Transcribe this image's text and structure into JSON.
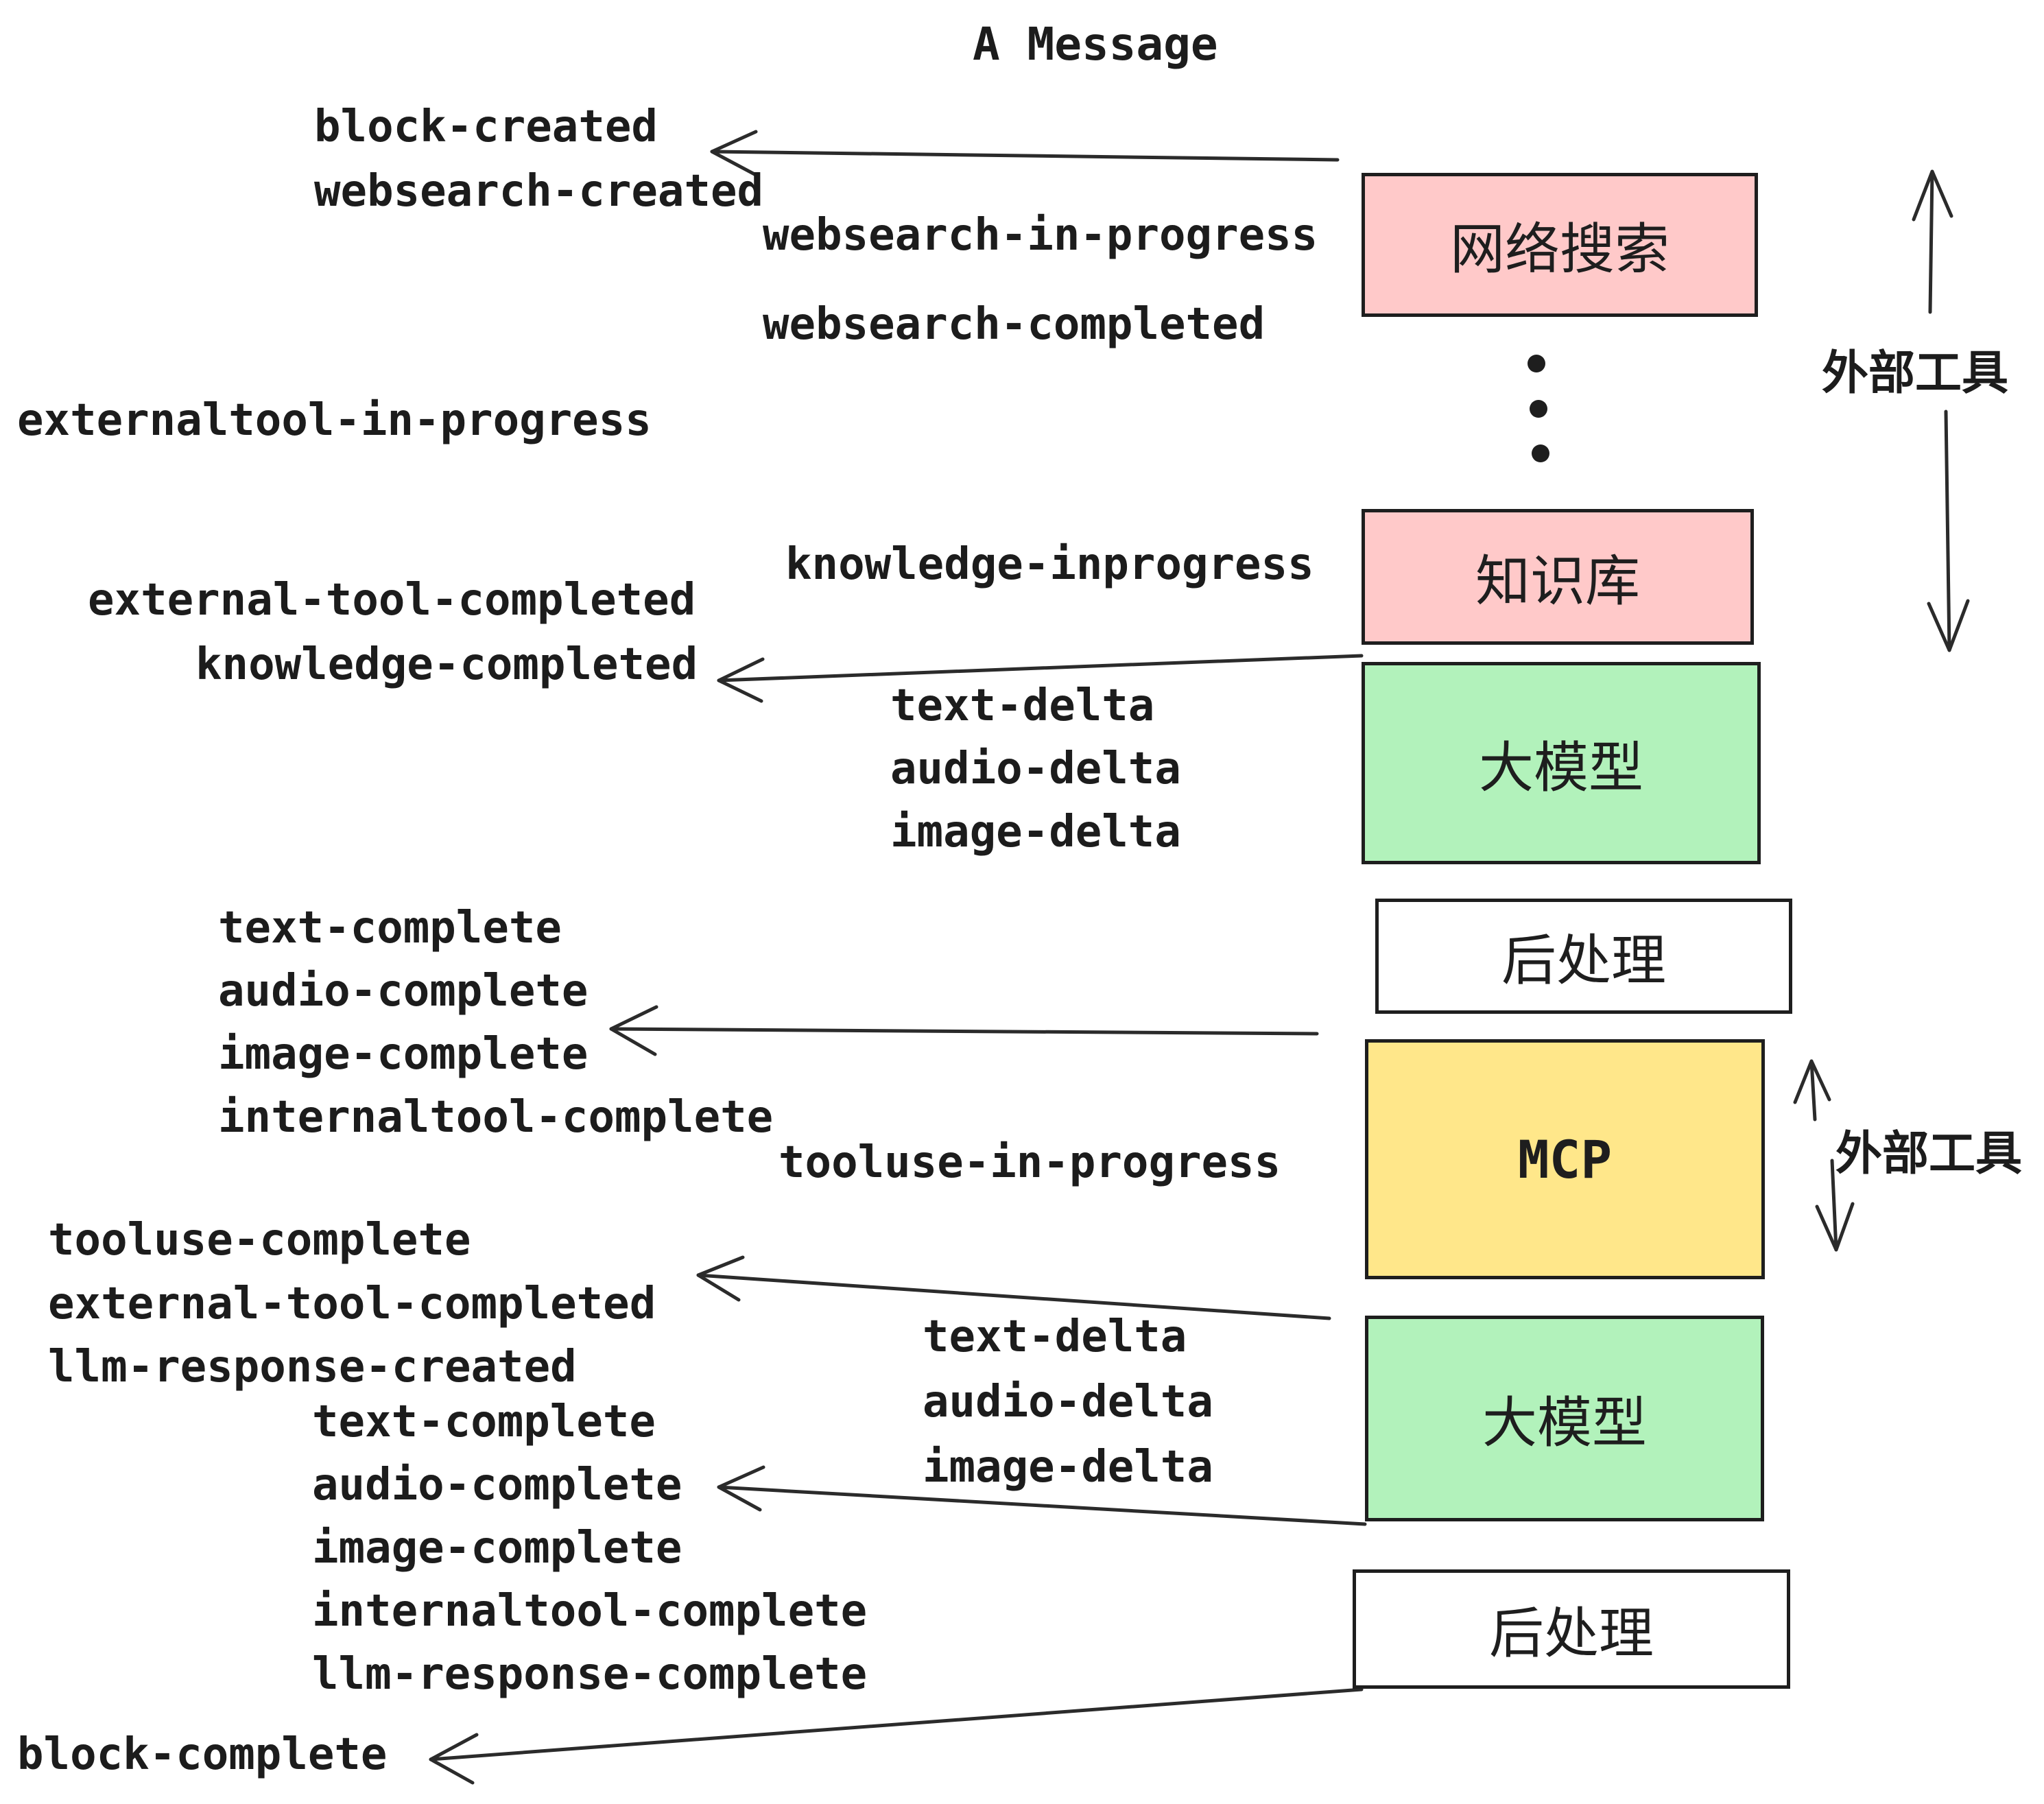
{
  "title": "A Message",
  "events": [
    "block-created",
    "websearch-created",
    "websearch-in-progress",
    "websearch-completed",
    "externaltool-in-progress",
    "knowledge-inprogress",
    "external-tool-completed",
    "knowledge-completed",
    "text-delta",
    "audio-delta",
    "image-delta",
    "text-complete",
    "audio-complete",
    "image-complete",
    "internaltool-complete",
    "tooluse-in-progress",
    "tooluse-complete",
    "external-tool-completed",
    "llm-response-created",
    "text-delta",
    "audio-delta",
    "image-delta",
    "text-complete",
    "audio-complete",
    "image-complete",
    "internaltool-complete",
    "llm-response-complete",
    "block-complete"
  ],
  "boxes": [
    {
      "label": "网络搜索",
      "color": "#ffc9c9"
    },
    {
      "label": "知识库",
      "color": "#ffc9c9"
    },
    {
      "label": "大模型",
      "color": "#b2f2bb"
    },
    {
      "label": "后处理",
      "color": "#ffffff"
    },
    {
      "label": "MCP",
      "color": "#ffe78a"
    },
    {
      "label": "大模型",
      "color": "#b2f2bb"
    },
    {
      "label": "后处理",
      "color": "#ffffff"
    }
  ],
  "side_labels": [
    "外部工具",
    "外部工具"
  ],
  "colors": {
    "box_pink": "#ffc9c9",
    "box_green": "#b2f2bb",
    "box_yellow": "#ffe78a",
    "box_white": "#ffffff",
    "border": "#1e1e1e",
    "line": "#2b2b2b",
    "text": "#1c1c1c",
    "background": "#ffffff"
  }
}
